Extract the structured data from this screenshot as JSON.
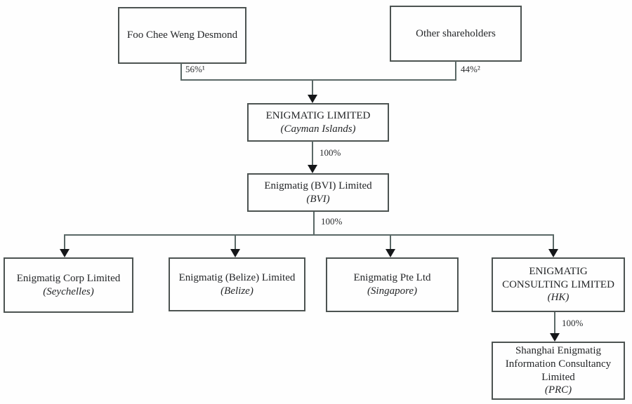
{
  "diagram": {
    "type": "corporate-structure-org-chart",
    "nodes": {
      "foo": {
        "name": "Foo Chee Weng Desmond",
        "jurisdiction": ""
      },
      "other": {
        "name": "Other shareholders",
        "jurisdiction": ""
      },
      "cayman": {
        "name": "ENIGMATIG LIMITED",
        "jurisdiction": "(Cayman Islands)"
      },
      "bvi": {
        "name": "Enigmatig (BVI) Limited",
        "jurisdiction": "(BVI)"
      },
      "seychelles": {
        "name": "Enigmatig Corp Limited",
        "jurisdiction": "(Seychelles)"
      },
      "belize": {
        "name": "Enigmatig (Belize) Limited",
        "jurisdiction": "(Belize)"
      },
      "singapore": {
        "name": "Enigmatig Pte Ltd",
        "jurisdiction": "(Singapore)"
      },
      "hk": {
        "name": "ENIGMATIG CONSULTING LIMITED",
        "jurisdiction": "(HK)"
      },
      "prc": {
        "name": "Shanghai Enigmatig Information Consultancy Limited",
        "jurisdiction": "(PRC)"
      }
    },
    "edges": {
      "foo_to_cayman": "56%¹",
      "other_to_cayman": "44%²",
      "cayman_to_bvi": "100%",
      "bvi_to_subsidiaries": "100%",
      "hk_to_prc": "100%"
    },
    "colors": {
      "background": "#fefefe",
      "box_border": "#4c5351",
      "line": "#5a6866",
      "arrow": "#151719",
      "text": "#242628"
    }
  }
}
